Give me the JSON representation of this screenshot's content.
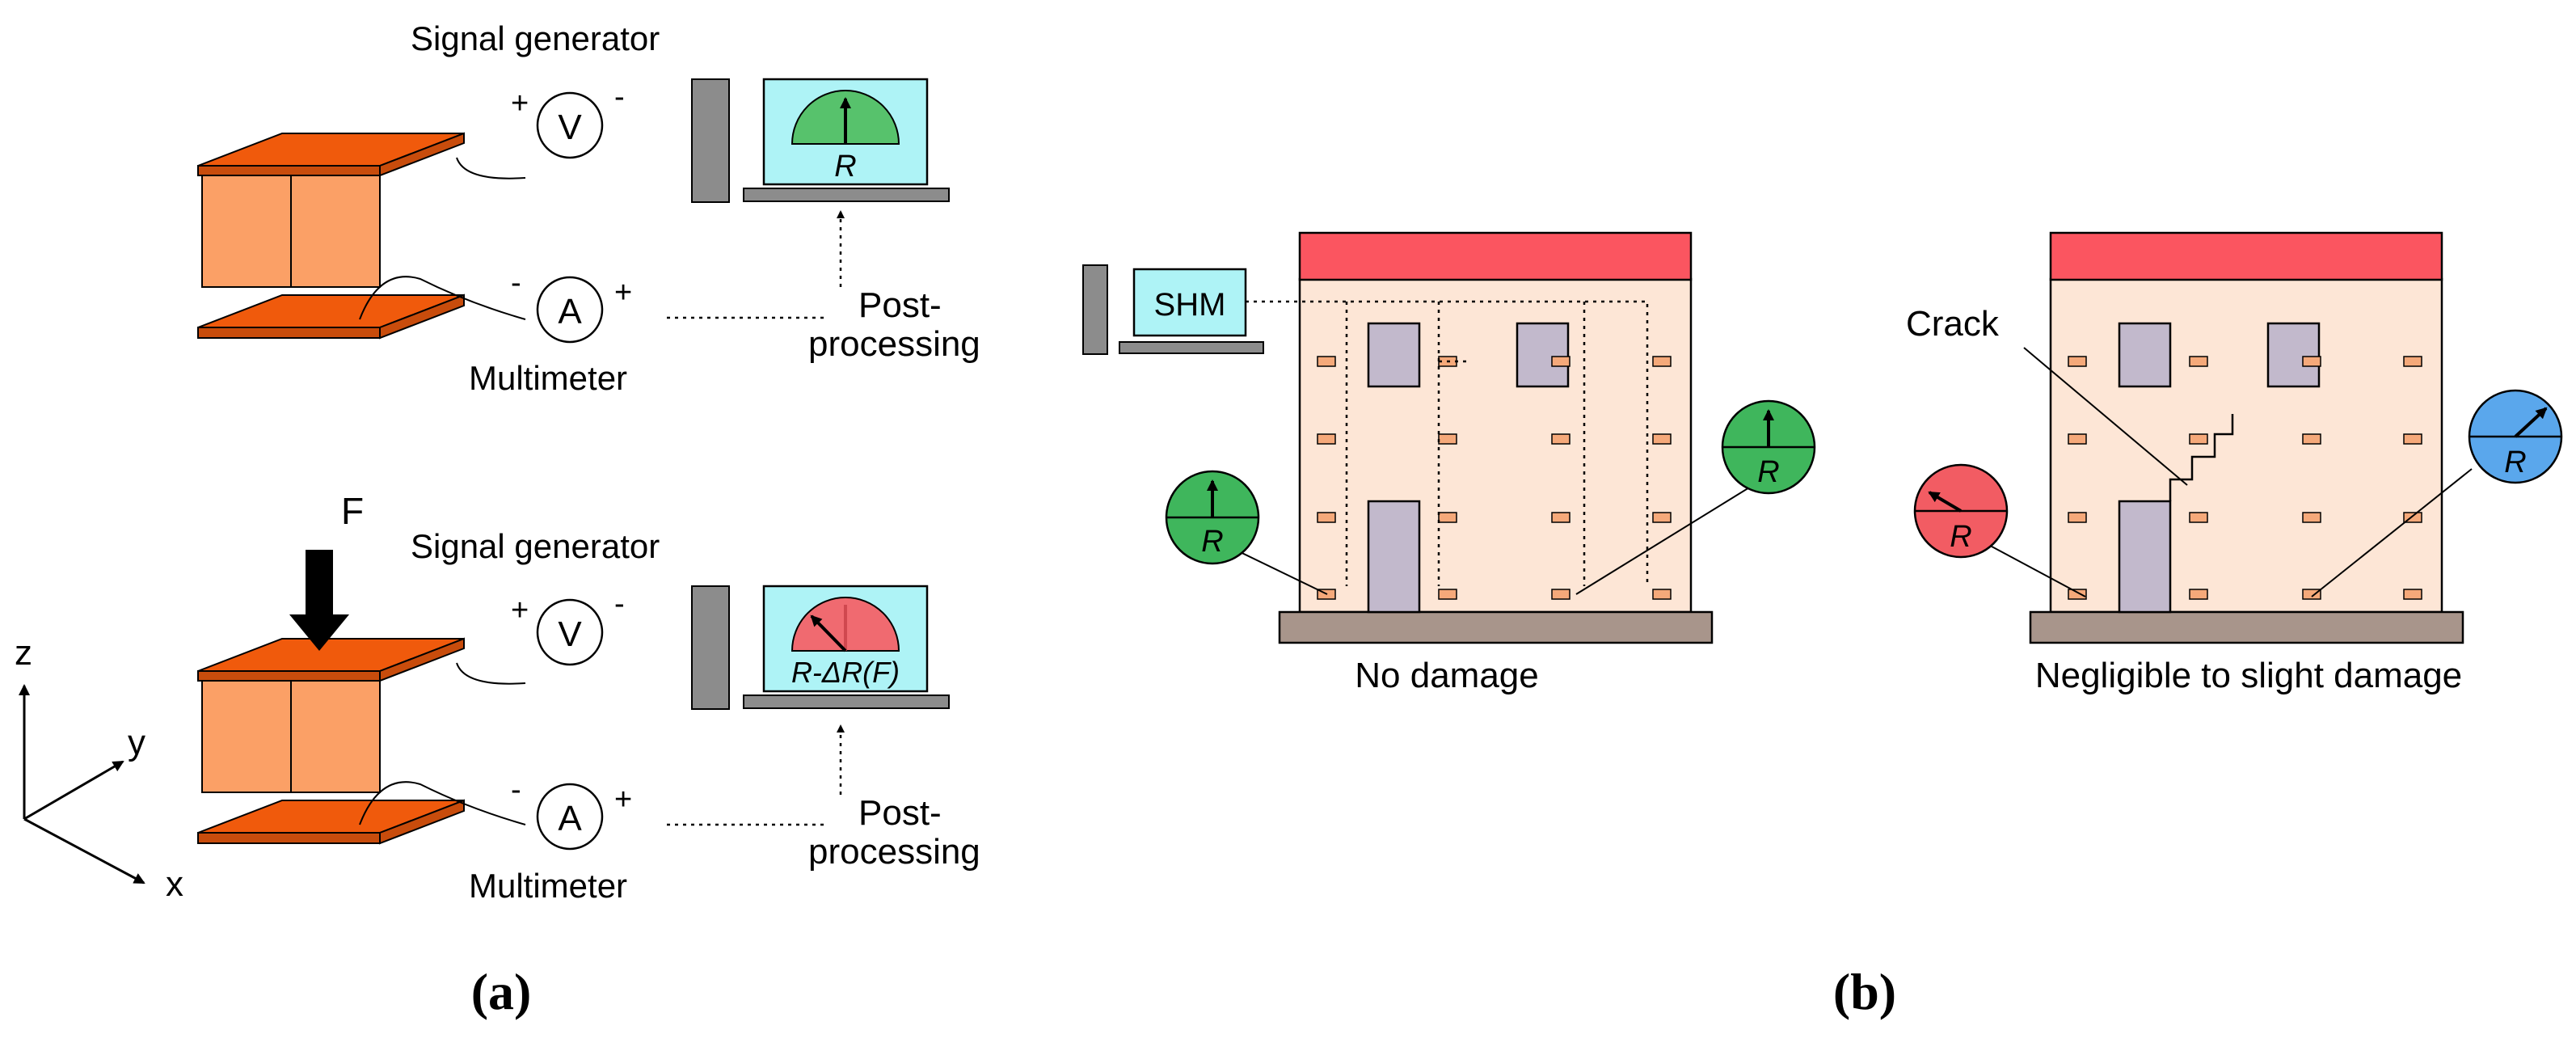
{
  "panel_a": {
    "top": {
      "signal_generator": "Signal generator",
      "voltmeter": "V",
      "ammeter": "A",
      "plus": "+",
      "minus": "-",
      "multimeter": "Multimeter",
      "post1": "Post-",
      "post2": "processing",
      "gauge_label": "R",
      "gauge_color": "#57c26c"
    },
    "bottom": {
      "force": "F",
      "signal_generator": "Signal generator",
      "voltmeter": "V",
      "ammeter": "A",
      "plus": "+",
      "minus": "-",
      "multimeter": "Multimeter",
      "post1": "Post-",
      "post2": "processing",
      "gauge_label": "R-ΔR(F)",
      "gauge_color": "#f06a70"
    },
    "axes": {
      "z": "z",
      "y": "y",
      "x": "x"
    },
    "caption": "(a)"
  },
  "panel_b": {
    "shm_label": "SHM",
    "left_building": {
      "caption": "No damage",
      "gauge_left": "R",
      "gauge_right": "R",
      "gauge_color": "#3fb65c"
    },
    "right_building": {
      "caption": "Negligible to slight damage",
      "crack_label": "Crack",
      "gauge_left": "R",
      "gauge_right": "R",
      "gauge_left_color": "#f25c63",
      "gauge_right_color": "#5aa7ec"
    },
    "caption": "(b)"
  },
  "colors": {
    "specimen_top": "#f05a0c",
    "specimen_side": "#fba066",
    "screen": "#aef3f6",
    "roof": "#fb5560",
    "wall": "#fde6d6",
    "window": "#c2b9cc",
    "ground": "#a8958b",
    "brick": "#f5a97a",
    "device": "#8c8c8c"
  }
}
